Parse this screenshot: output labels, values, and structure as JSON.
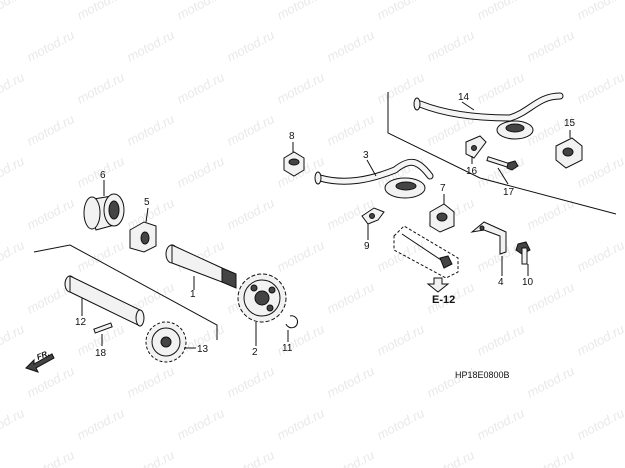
{
  "watermark": "motod.ru",
  "parts": [
    {
      "no": "1",
      "icon": "oil-pump-shaft-icon"
    },
    {
      "no": "2",
      "icon": "sprocket-icon"
    },
    {
      "no": "3",
      "icon": "oil-pipe-icon"
    },
    {
      "no": "4",
      "icon": "bracket-icon"
    },
    {
      "no": "5",
      "icon": "inner-rotor-icon"
    },
    {
      "no": "6",
      "icon": "outer-rotor-icon"
    },
    {
      "no": "7",
      "icon": "grommet-icon"
    },
    {
      "no": "8",
      "icon": "grommet-icon"
    },
    {
      "no": "9",
      "icon": "clip-icon"
    },
    {
      "no": "10",
      "icon": "bolt-icon"
    },
    {
      "no": "11",
      "icon": "circlip-icon"
    },
    {
      "no": "12",
      "icon": "shaft-icon"
    },
    {
      "no": "13",
      "icon": "gear-icon"
    },
    {
      "no": "14",
      "icon": "oil-pipe-icon"
    },
    {
      "no": "15",
      "icon": "grommet-icon"
    },
    {
      "no": "16",
      "icon": "clip-icon"
    },
    {
      "no": "17",
      "icon": "bolt-icon"
    },
    {
      "no": "18",
      "icon": "pin-icon"
    }
  ],
  "reference": "E-12",
  "front_marker": "FR.",
  "diagram_code": "HP18E0800B"
}
